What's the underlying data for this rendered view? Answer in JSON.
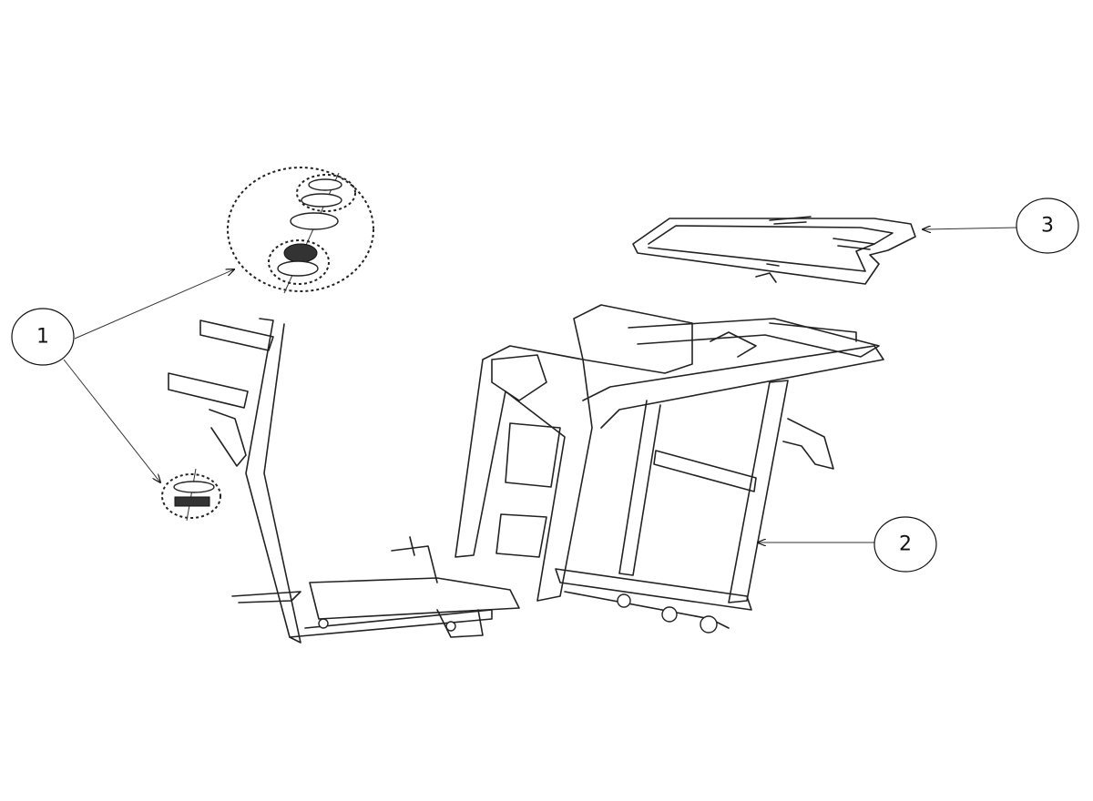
{
  "diagram": {
    "callouts": [
      {
        "label": "1",
        "part": "steering-head-bearings"
      },
      {
        "label": "2",
        "part": "main-frame"
      },
      {
        "label": "3",
        "part": "rear-carrier"
      }
    ]
  }
}
